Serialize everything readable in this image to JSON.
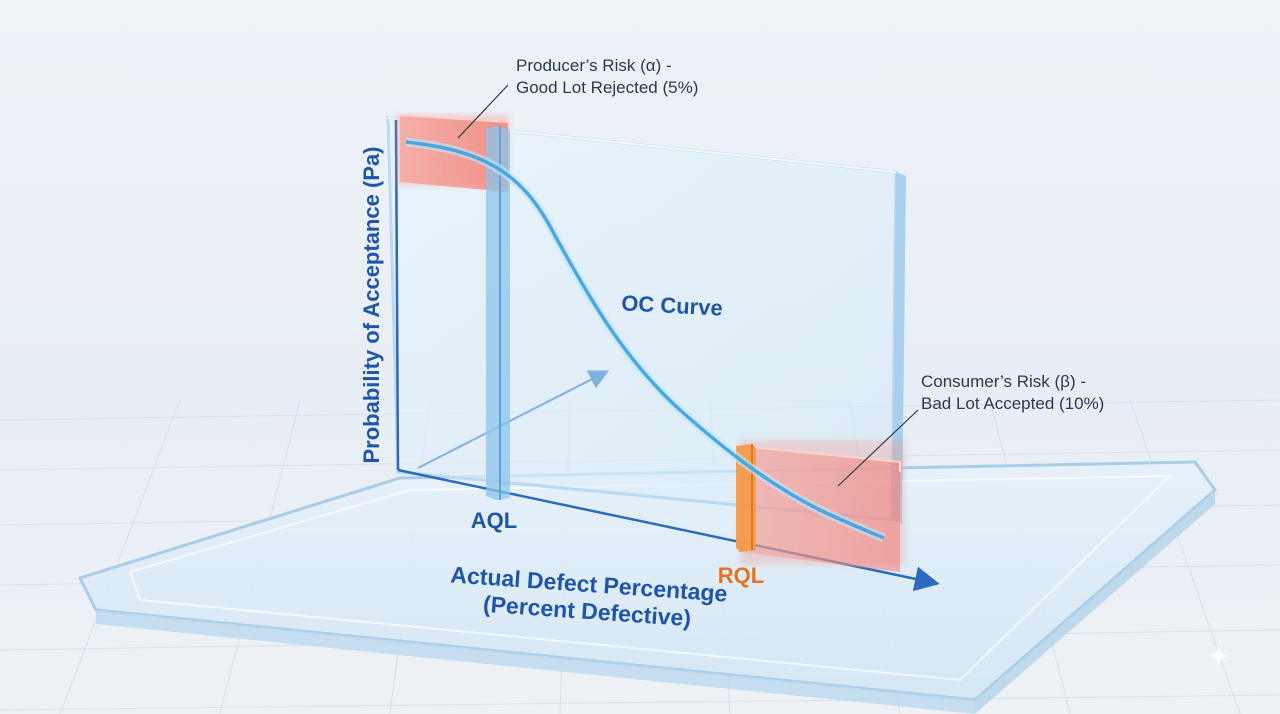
{
  "diagram": {
    "axis_y_label": "Probability of Acceptance (Pa)",
    "axis_x_label_line1": "Actual Defect Percentage",
    "axis_x_label_line2": "(Percent Defective)",
    "aql_label": "AQL",
    "rql_label": "RQL",
    "curve_label": "OC Curve",
    "producer_risk_line1": "Producer’s Risk (α) -",
    "producer_risk_line2": "Good Lot Rejected (5%)",
    "consumer_risk_line1": "Consumer’s Risk (β) -",
    "consumer_risk_line2": "Bad Lot Accepted (10%)"
  },
  "colors": {
    "axis_blue": "#1f55a8",
    "curve_blue": "#4aa8e0",
    "risk_red": "#f07a70",
    "rql_orange": "#e2741f",
    "glass": "#cfe6f6"
  },
  "icons": {
    "corner_mark": "sparkle-icon",
    "corner_glyph": "✦"
  }
}
